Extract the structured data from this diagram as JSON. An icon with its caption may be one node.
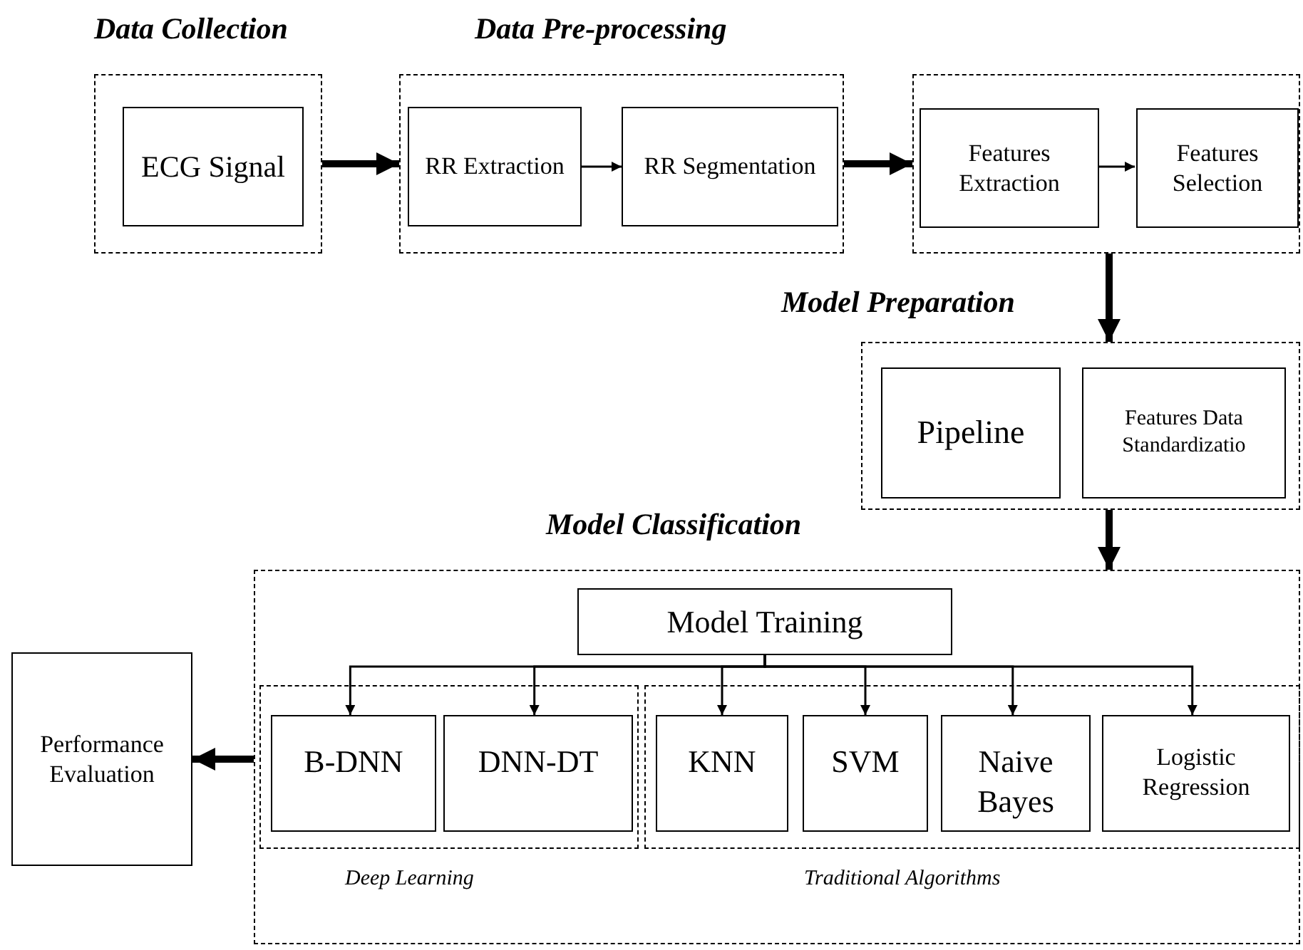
{
  "diagram": {
    "nodes": [
      {
        "text": [
          "Data Collection"
        ]
      },
      {
        "text": [
          "ECG Signal"
        ],
        "in": 0
      },
      {
        "text": [
          "Data Pre-processing"
        ]
      },
      {
        "text": [
          "RR Extraction"
        ],
        "in": 2
      },
      {
        "text": [
          "RR Segmentation"
        ],
        "in": 2
      },
      {
        "text": [],
        "shape": "box"
      },
      {
        "text": [
          "Features Extraction"
        ],
        "in": 5
      },
      {
        "text": [
          "Features Selection"
        ],
        "in": 5
      },
      {
        "text": [
          "Model Preparation"
        ]
      },
      {
        "text": [
          "Pipeline"
        ],
        "in": 8
      },
      {
        "text": [
          "Features Data Standardizatio"
        ],
        "in": 8
      },
      {
        "text": [
          "Model Classification"
        ]
      },
      {
        "text": [
          "Model Training"
        ],
        "in": 11
      },
      {
        "text": [
          "Deep Learning"
        ],
        "in": 11
      },
      {
        "text": [
          "B-DNN"
        ],
        "in": 13
      },
      {
        "text": [
          "DNN-DT"
        ],
        "in": 13
      },
      {
        "text": [
          "Traditional Algorithms"
        ],
        "in": 11
      },
      {
        "text": [
          "KNN"
        ],
        "in": 16
      },
      {
        "text": [
          "SVM"
        ],
        "in": 16
      },
      {
        "text": [
          "Naive Bayes"
        ],
        "in": 16
      },
      {
        "text": [
          "Logistic Regression"
        ],
        "in": 16
      },
      {
        "text": [
          "Performance Evaluation"
        ]
      }
    ],
    "edges": [
      {
        "from": 0,
        "to": 2,
        "arrow": "to",
        "style": "thick"
      },
      {
        "from": 3,
        "to": 4,
        "arrow": "to"
      },
      {
        "from": 2,
        "to": 5,
        "arrow": "to",
        "style": "thick"
      },
      {
        "from": 6,
        "to": 7,
        "arrow": "to"
      },
      {
        "from": 5,
        "to": 8,
        "arrow": "to",
        "style": "thick"
      },
      {
        "from": 8,
        "to": 11,
        "arrow": "to",
        "style": "thick"
      },
      {
        "from": 12,
        "to": 14,
        "arrow": "to"
      },
      {
        "from": 12,
        "to": 15,
        "arrow": "to"
      },
      {
        "from": 12,
        "to": 17,
        "arrow": "to"
      },
      {
        "from": 12,
        "to": 18,
        "arrow": "to"
      },
      {
        "from": 12,
        "to": 19,
        "arrow": "to"
      },
      {
        "from": 12,
        "to": 20,
        "arrow": "to"
      },
      {
        "from": 11,
        "to": 21,
        "arrow": "to",
        "style": "thick"
      }
    ]
  }
}
